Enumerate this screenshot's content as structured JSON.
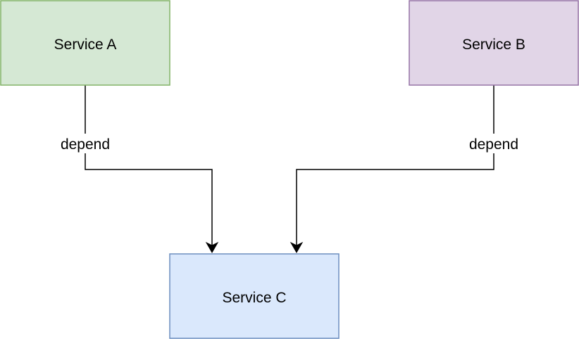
{
  "nodes": [
    {
      "id": "a",
      "label": "Service A",
      "fill": "#d5e8d4",
      "stroke": "#82b366"
    },
    {
      "id": "b",
      "label": "Service B",
      "fill": "#e1d5e7",
      "stroke": "#9673a6"
    },
    {
      "id": "c",
      "label": "Service C",
      "fill": "#dae8fc",
      "stroke": "#6c8ebf"
    }
  ],
  "edges": [
    {
      "from": "a",
      "to": "c",
      "label": "depend"
    },
    {
      "from": "b",
      "to": "c",
      "label": "depend"
    }
  ],
  "colors": {
    "edge": "#000000",
    "label_bg": "#ffffff"
  }
}
